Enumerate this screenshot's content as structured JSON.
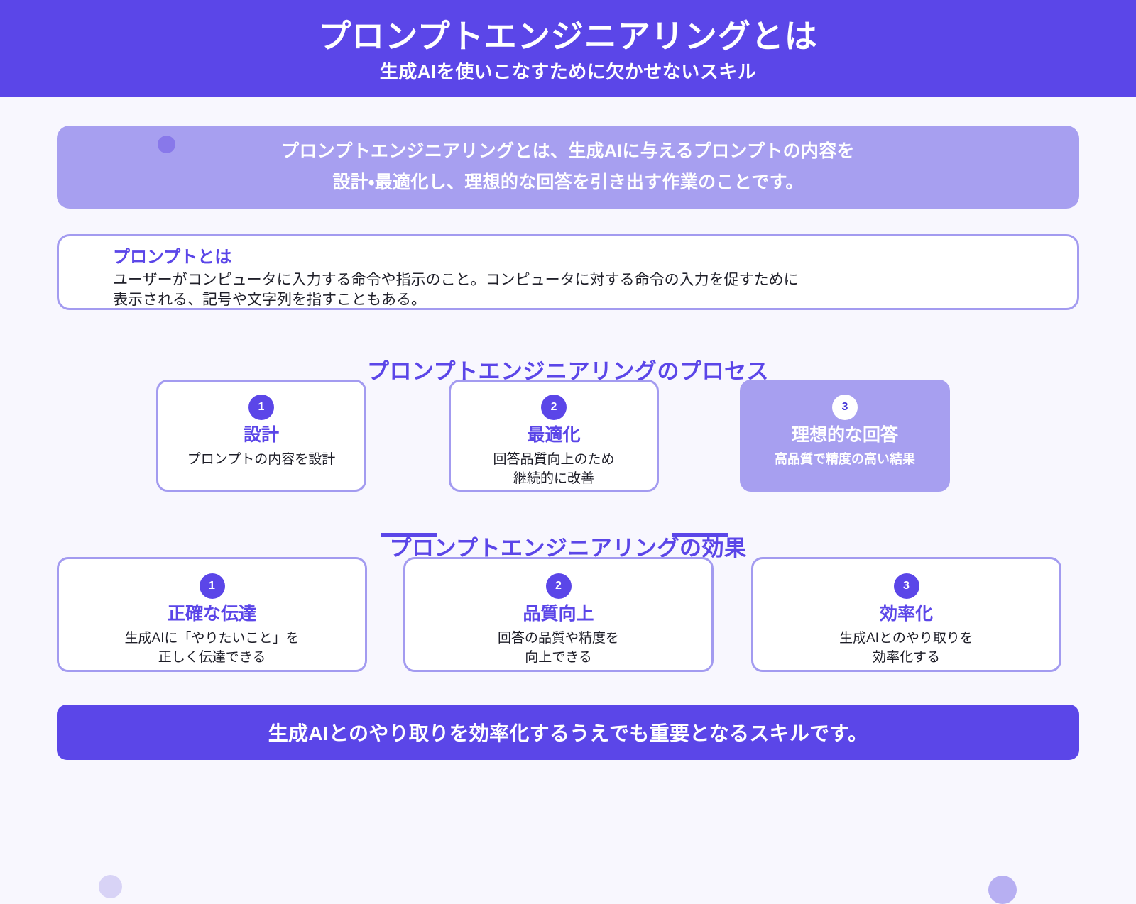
{
  "header": {
    "title": "プロンプトエンジニアリングとは",
    "subtitle": "生成AIを使いこなすために欠かせないスキル"
  },
  "intro": {
    "line1": "プロンプトエンジニアリングとは、生成AIに与えるプロンプトの内容を",
    "line2": "設計・最適化し、理想的な回答を引き出す作業のことです。"
  },
  "definition": {
    "title": "プロンプトとは",
    "body_line1": "ユーザーがコンピュータに入力する命令や指示のこと。コンピュータに対する命令の入力を促すために",
    "body_line2": "表示される、記号や文字列を指すこともある。"
  },
  "process": {
    "heading": "プロンプトエンジニアリングのプロセス",
    "steps": [
      {
        "number": "1",
        "title": "設計",
        "desc_line1": "プロンプトの内容を設計",
        "desc_line2": ""
      },
      {
        "number": "2",
        "title": "最適化",
        "desc_line1": "回答品質向上のため",
        "desc_line2": "継続的に改善"
      },
      {
        "number": "3",
        "title": "理想的な回答",
        "desc_line1": "高品質で精度の高い結果",
        "desc_line2": ""
      }
    ]
  },
  "benefits": {
    "heading": "プロンプトエンジニアリングの効果",
    "items": [
      {
        "number": "1",
        "title": "正確な伝達",
        "desc_line1": "生成AIに「やりたいこと」を",
        "desc_line2": "正しく伝達できる"
      },
      {
        "number": "2",
        "title": "品質向上",
        "desc_line1": "回答の品質や精度を",
        "desc_line2": "向上できる"
      },
      {
        "number": "3",
        "title": "効率化",
        "desc_line1": "生成AIとのやり取りを",
        "desc_line2": "効率化する"
      }
    ]
  },
  "footer": {
    "text": "生成AIとのやり取りを効率化するうえでも重要となるスキルです。"
  },
  "colors": {
    "accent": "#5b46e8",
    "accent_light": "#a79ff0",
    "border": "#a39bf0",
    "background": "#f8f7fe",
    "text": "#1d1d27",
    "deco_left": "#d8d3f6",
    "deco_right": "#b7aff2"
  }
}
